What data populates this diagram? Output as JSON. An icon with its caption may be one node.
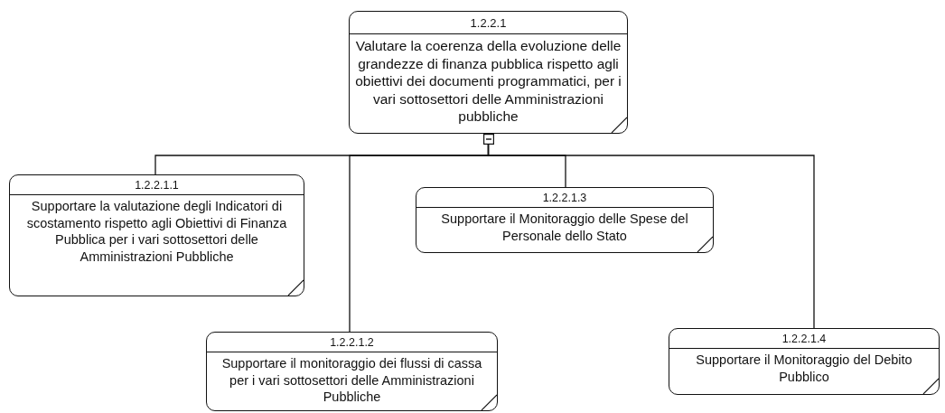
{
  "diagram": {
    "nodes": [
      {
        "text": [
          "1.2.2.1",
          "Valutare la coerenza della evoluzione delle grandezze di finanza pubblica rispetto agli obiettivi dei documenti programmatici, per i vari sottosettori delle Amministrazioni pubbliche"
        ]
      },
      {
        "text": [
          "1.2.2.1.1",
          "Supportare la valutazione degli Indicatori di scostamento rispetto agli Obiettivi di Finanza Pubblica per i vari sottosettori delle Amministrazioni Pubbliche"
        ]
      },
      {
        "text": [
          "1.2.2.1.2",
          "Supportare il monitoraggio dei flussi di cassa per i vari sottosettori delle Amministrazioni Pubbliche"
        ]
      },
      {
        "text": [
          "1.2.2.1.3",
          "Supportare il Monitoraggio delle Spese del Personale dello Stato"
        ]
      },
      {
        "text": [
          "1.2.2.1.4",
          "Supportare il Monitoraggio del Debito Pubblico"
        ]
      }
    ],
    "edges": [
      {
        "from": 0,
        "to": 1,
        "arrow": "none"
      },
      {
        "from": 0,
        "to": 2,
        "arrow": "none"
      },
      {
        "from": 0,
        "to": 3,
        "arrow": "none"
      },
      {
        "from": 0,
        "to": 4,
        "arrow": "none"
      }
    ]
  }
}
